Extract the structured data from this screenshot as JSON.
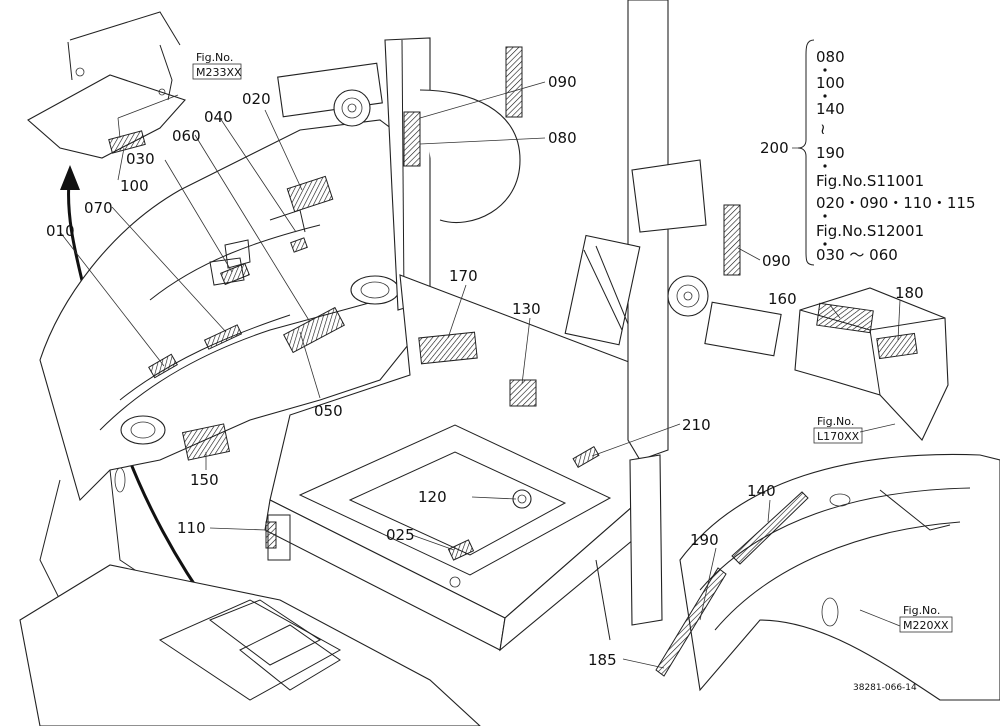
{
  "callouts": {
    "c010": "010",
    "c020": "020",
    "c025": "025",
    "c030": "030",
    "c040": "040",
    "c050": "050",
    "c060": "060",
    "c070": "070",
    "c080": "080",
    "c090a": "090",
    "c090b": "090",
    "c100": "100",
    "c110": "110",
    "c120": "120",
    "c130": "130",
    "c140": "140",
    "c150": "150",
    "c160": "160",
    "c170": "170",
    "c180": "180",
    "c185": "185",
    "c190": "190",
    "c200": "200",
    "c210": "210"
  },
  "refs": {
    "m233_line1": "Fig.No.",
    "m233_line2": "M233XX",
    "l170_line1": "Fig.No.",
    "l170_line2": "L170XX",
    "m220_line1": "Fig.No.",
    "m220_line2": "M220XX"
  },
  "legend": {
    "l1": "080",
    "l2": "100",
    "l3": "140",
    "tilde": "≀",
    "l4": "190",
    "l5": "Fig.No.S11001",
    "l6": "020・090・110・115",
    "l7": "Fig.No.S12001",
    "l8": "030 ～ 060"
  },
  "drawing_code": "38281-066-14"
}
